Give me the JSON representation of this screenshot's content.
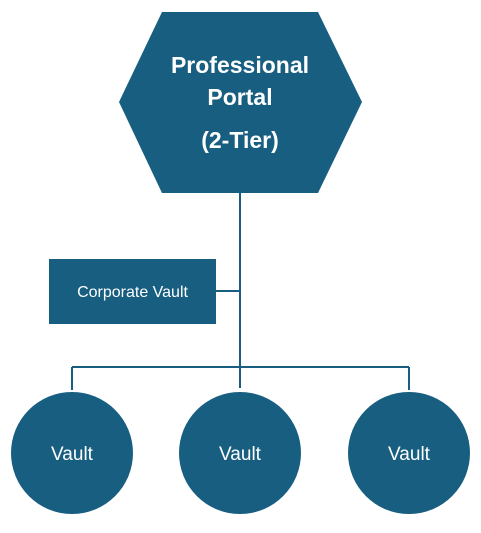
{
  "colors": {
    "shape_fill": "#175e80",
    "connector": "#175e80",
    "text": "#ffffff",
    "background": "#ffffff"
  },
  "portal": {
    "line1": "Professional",
    "line2": "Portal",
    "line3": "(2-Tier)"
  },
  "corporate_vault": {
    "label": "Corporate Vault"
  },
  "vaults": [
    {
      "label": "Vault"
    },
    {
      "label": "Vault"
    },
    {
      "label": "Vault"
    }
  ]
}
